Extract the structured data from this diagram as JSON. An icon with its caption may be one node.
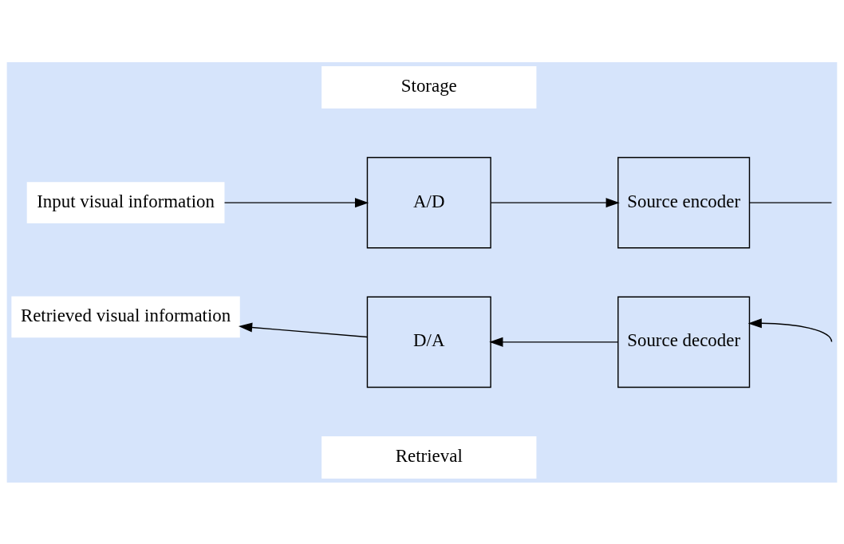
{
  "diagram": {
    "nodes": [
      {
        "text": [
          "Storage"
        ]
      },
      {
        "text": [
          "Input visual information"
        ]
      },
      {
        "text": [
          "A/D"
        ]
      },
      {
        "text": [
          "Source encoder"
        ]
      },
      {
        "text": [
          "Retrieved visual information"
        ]
      },
      {
        "text": [
          "D/A"
        ]
      },
      {
        "text": [
          "Source decoder"
        ]
      },
      {
        "text": [
          "Retrieval"
        ]
      }
    ],
    "edges": [
      {
        "from": 1,
        "to": 2,
        "arrow": "to"
      },
      {
        "from": 2,
        "to": 3,
        "arrow": "to"
      },
      {
        "from": 3,
        "to": null,
        "arrow": "none"
      },
      {
        "from": null,
        "to": 6,
        "arrow": "to"
      },
      {
        "from": 6,
        "to": 5,
        "arrow": "to"
      },
      {
        "from": 5,
        "to": 4,
        "arrow": "to"
      }
    ]
  }
}
